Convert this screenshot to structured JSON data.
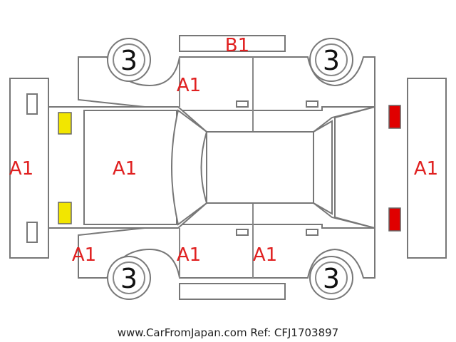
{
  "diagram": {
    "tire_grades": {
      "front_left": "3",
      "rear_left": "3",
      "front_right": "3",
      "rear_right": "3"
    },
    "damage_codes": {
      "roof_top": "B1",
      "left_rear_door": "A1",
      "front_bumper": "A1",
      "bonnet": "A1",
      "rear_bumper": "A1",
      "left_front_fender": "A1",
      "right_rear_door": "A1",
      "right_front_door": "A1"
    },
    "footer": "www.CarFromJapan.com Ref: CFJ1703897",
    "colors": {
      "outline": "#777777",
      "damage_text": "#e02020",
      "front_lamp": "#f2e600",
      "rear_lamp": "#e00000",
      "tire_grade_text": "#111111"
    }
  }
}
